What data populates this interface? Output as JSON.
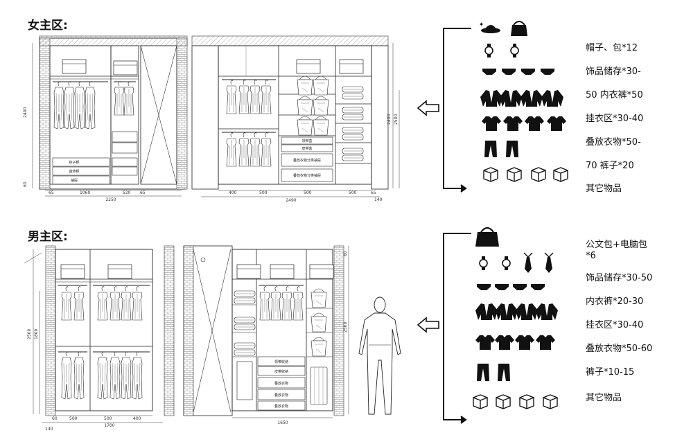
{
  "sections": [
    {
      "title": "女主区:",
      "labels": [
        "帽子、包*12",
        "饰品储存*30-",
        "50 内衣裤*50",
        "挂衣区*30-40",
        "叠放衣物*50-",
        "70 裤子*20",
        "其它物品"
      ],
      "drawer_labels": [
        "袜子柜",
        "首饰柜",
        "抽屉"
      ],
      "drawer_labels_right": [
        "领带盒",
        "皮带盒",
        "叠放衣物分类抽屉",
        "叠放衣物分类抽屉"
      ],
      "dims_left": [
        "2250"
      ],
      "dims_left_parts": [
        "65",
        "1060",
        "520",
        "65"
      ],
      "dims_left_vertical": [
        "2400",
        "60"
      ],
      "dims_right": [
        "2490"
      ],
      "dims_right_parts": [
        "400",
        "500",
        "500",
        "500",
        "65"
      ],
      "dims_right_vertical": [
        "2400",
        "2500"
      ],
      "dims_extra": [
        "140"
      ]
    },
    {
      "title": "男主区:",
      "labels": [
        "公文包+电脑包\n*6",
        "饰品储存*30-50",
        "内衣裤*20-30",
        "挂衣区*30-40",
        "叠放衣物*50-60",
        "裤子*10-15",
        "其它物品"
      ],
      "drawer_labels": [
        "领带收纳",
        "皮带收纳",
        "叠放衣物",
        "叠放衣物",
        "叠放衣物"
      ],
      "dims_left": [
        "1700"
      ],
      "dims_left_parts": [
        "60",
        "500",
        "500",
        "400"
      ],
      "dims_left_vertical": [
        "2500",
        "1800"
      ],
      "dims_right": [
        "1650"
      ],
      "dims_right_vertical": [
        "2500",
        "60"
      ],
      "dims_extra": [
        "140"
      ]
    }
  ],
  "icons": [
    "hat-icon",
    "handbag-icon",
    "watch-icon",
    "underwear-icon",
    "jacket-icon",
    "tshirt-icon",
    "pants-icon",
    "box-icon",
    "briefcase-icon",
    "tie-icon",
    "left-arrow-icon"
  ]
}
